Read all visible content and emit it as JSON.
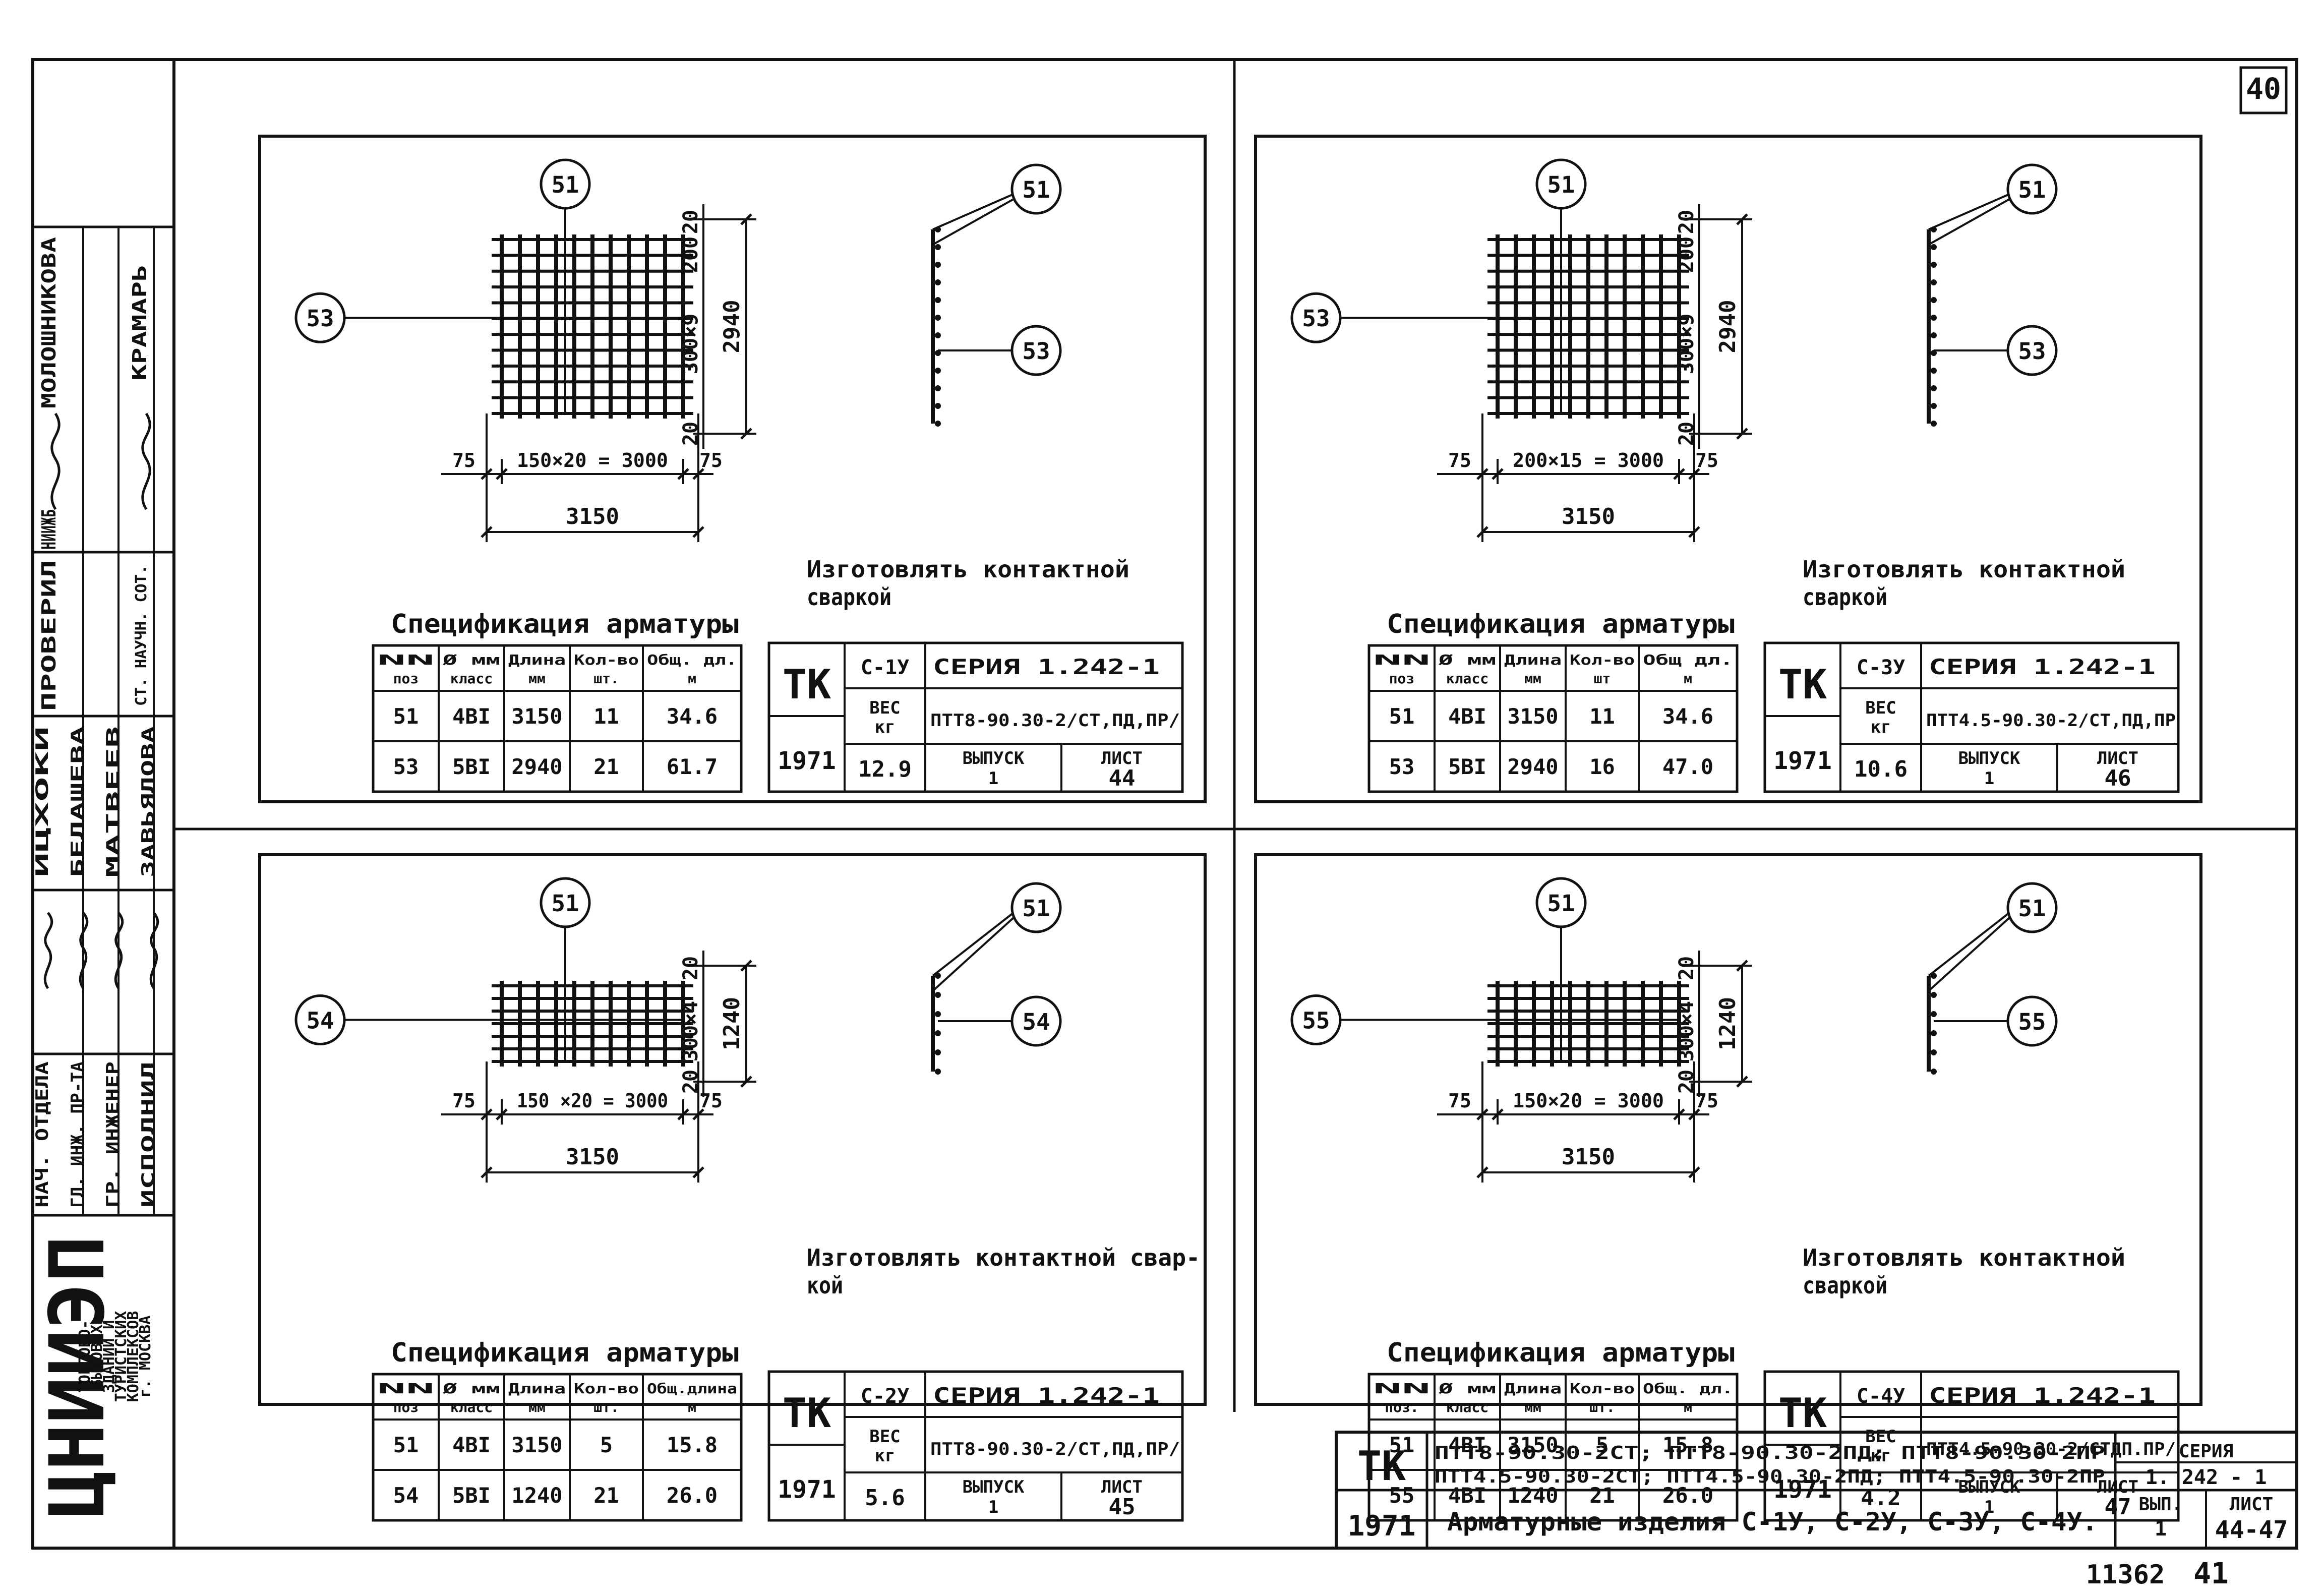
{
  "page": {
    "sheet_number": "40",
    "footer_number": "11362",
    "footer_page": "41"
  },
  "side": {
    "org": [
      "ЦНИИЭП",
      "ТОРГОВО-",
      "БЫТОВЫХ",
      "ЗДАНИЙ И",
      "ТУРИСТСКИХ",
      "КОМПЛЕКСОВ",
      "г. МОСКВА"
    ],
    "roles": [
      "НАЧ. ОТДЕЛА",
      "ГЛ. ИНЖ. ПР-ТА",
      "ГР. ИНЖЕНЕР",
      "ИСПОЛНИЛ"
    ],
    "people": [
      "ИЦХОКИ",
      "БЕЛАШЕВА",
      "МАТВЕЕВ",
      "ЗАВЬЯЛОВА"
    ],
    "check_label": "ПРОВЕРИЛ",
    "check_org": "НИИЖБ",
    "check_role": "СТ. НАУЧН. СОТ.",
    "check_people": [
      "МОЛОШНИКОВА",
      "КРАМАРЬ"
    ]
  },
  "panels": [
    {
      "mark_top": "51",
      "mark_left": "53",
      "mark_side_top": "51",
      "mark_side_bottom": "53",
      "dim_pitch": "150×20 = 3000",
      "dim_end_left": "75",
      "dim_end_right": "75",
      "dim_total": "3150",
      "dim_right_top": "20",
      "dim_right_mid": "200",
      "dim_right_span": "300×9",
      "dim_right_bottom": "20",
      "dim_height": "2940",
      "note_lines": [
        "Изготовлять контактной",
        "сваркой"
      ],
      "spec_title": "Спецификация арматуры",
      "headers": [
        "NN поз",
        "Ø мм класс",
        "Длина мм",
        "Кол-во шт.",
        "Общ. дл. м"
      ],
      "rows": [
        [
          "51",
          "4BI",
          "3150",
          "11",
          "34.6"
        ],
        [
          "53",
          "5BI",
          "2940",
          "21",
          "61.7"
        ]
      ],
      "stamp": {
        "tk": "ТК",
        "code": "С-1У",
        "series": "СЕРИЯ 1.242-1",
        "weight_label": "ВЕС кг",
        "product": "ПТТ8-90.30-2/СТ,ПД,ПР/",
        "year": "1971",
        "weight": "12.9",
        "issue_label": "ВЫПУСК",
        "issue": "1",
        "sheet_label": "ЛИСТ",
        "sheet": "44"
      }
    },
    {
      "mark_top": "51",
      "mark_left": "53",
      "mark_side_top": "51",
      "mark_side_bottom": "53",
      "dim_pitch": "200×15 = 3000",
      "dim_end_left": "75",
      "dim_end_right": "75",
      "dim_total": "3150",
      "dim_right_top": "20",
      "dim_right_mid": "200",
      "dim_right_span": "300×9",
      "dim_right_bottom": "20",
      "dim_height": "2940",
      "note_lines": [
        "Изготовлять контактной",
        "сваркой"
      ],
      "spec_title": "Спецификация арматуры",
      "headers": [
        "NN поз",
        "Ø мм класс",
        "Длина мм",
        "Кол-во шт",
        "Общ дл. м"
      ],
      "rows": [
        [
          "51",
          "4BI",
          "3150",
          "11",
          "34.6"
        ],
        [
          "53",
          "5BI",
          "2940",
          "16",
          "47.0"
        ]
      ],
      "stamp": {
        "tk": "ТК",
        "code": "С-3У",
        "series": "СЕРИЯ 1.242-1",
        "weight_label": "ВЕС кг",
        "product": "ПТТ4.5-90.30-2/СТ,ПД,ПР",
        "year": "1971",
        "weight": "10.6",
        "issue_label": "ВЫПУСК",
        "issue": "1",
        "sheet_label": "ЛИСТ",
        "sheet": "46"
      }
    },
    {
      "mark_top": "51",
      "mark_left": "54",
      "mark_side_top": "51",
      "mark_side_bottom": "54",
      "dim_pitch": "150 ×20 = 3000",
      "dim_end_left": "75",
      "dim_end_right": "75",
      "dim_total": "3150",
      "dim_right_top": "20",
      "dim_right_span": "300×4",
      "dim_right_bottom": "20",
      "dim_height": "1240",
      "note_lines": [
        "Изготовлять контактной свар-",
        "кой"
      ],
      "spec_title": "Спецификация арматуры",
      "headers": [
        "NN поз",
        "Ø мм класс",
        "Длина мм",
        "Кол-во шт.",
        "Общ.длина м"
      ],
      "rows": [
        [
          "51",
          "4BI",
          "3150",
          "5",
          "15.8"
        ],
        [
          "54",
          "5BI",
          "1240",
          "21",
          "26.0"
        ]
      ],
      "stamp": {
        "tk": "ТК",
        "code": "С-2У",
        "series": "СЕРИЯ 1.242-1",
        "weight_label": "ВЕС кг",
        "product": "ПТТ8-90.30-2/СТ,ПД,ПР/",
        "year": "1971",
        "weight": "5.6",
        "issue_label": "ВЫПУСК",
        "issue": "1",
        "sheet_label": "ЛИСТ",
        "sheet": "45"
      }
    },
    {
      "mark_top": "51",
      "mark_left": "55",
      "mark_side_top": "51",
      "mark_side_bottom": "55",
      "dim_pitch": "150×20 = 3000",
      "dim_end_left": "75",
      "dim_end_right": "75",
      "dim_total": "3150",
      "dim_right_top": "20",
      "dim_right_span": "300×4",
      "dim_right_bottom": "20",
      "dim_height": "1240",
      "note_lines": [
        "Изготовлять контактной",
        "сваркой"
      ],
      "spec_title": "Спецификация арматуры",
      "headers": [
        "NN поз.",
        "Ø мм класс",
        "Длина мм",
        "Кол-во шт.",
        "Общ. дл. м"
      ],
      "rows": [
        [
          "51",
          "4BI",
          "3150",
          "5",
          "15.8"
        ],
        [
          "55",
          "4BI",
          "1240",
          "21",
          "26.0"
        ]
      ],
      "stamp": {
        "tk": "ТК",
        "code": "С-4У",
        "series": "СЕРИЯ 1.242-1",
        "weight_label": "ВЕС кг",
        "product": "ПТТ4.5-90.30-2/СТДП.ПР/",
        "year": "1971",
        "weight": "4.2",
        "issue_label": "ВЫПУСК",
        "issue": "1",
        "sheet_label": "ЛИСТ",
        "sheet": "47"
      }
    }
  ],
  "title_block": {
    "tk": "ТК",
    "products_line1": "ПТТ8-90.30-2СТ; ПТТ8-90.30-2ПД; ПТТ8-90.30-2ПР",
    "products_line2": "ПТТ4.5-90.30-2СТ; ПТТ4.5-90.30-2ПД; ПТТ4.5-90.30-2ПР",
    "series_label": "СЕРИЯ",
    "series": "1. 242 - 1",
    "year": "1971",
    "title": "Арматурные изделия С-1У, С-2У, С-3У, С-4У.",
    "issue_label": "ВЫП.",
    "issue": "1",
    "sheet_label": "ЛИСТ",
    "sheets": "44-47"
  }
}
